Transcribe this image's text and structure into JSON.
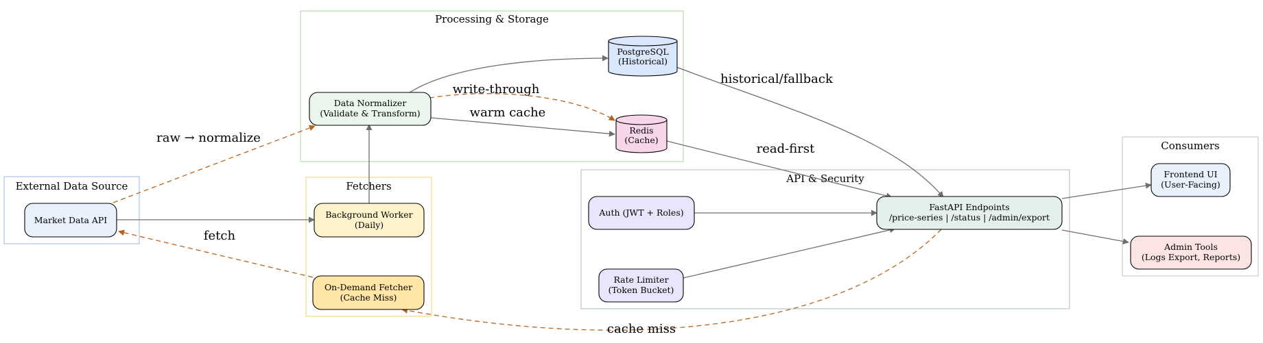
{
  "colors": {
    "solid_edge": "#6e6e6e",
    "dashed_edge": "#b5651d",
    "cluster_external": "#a9c2ec",
    "cluster_processing": "#b6dbb0",
    "cluster_fetchers": "#f4d98a",
    "cluster_api": "#b7c9c7",
    "cluster_consumers": "#c9ccd9"
  },
  "clusters": {
    "external": {
      "label": "External Data Source"
    },
    "processing": {
      "label": "Processing & Storage"
    },
    "fetchers": {
      "label": "Fetchers"
    },
    "api": {
      "label": "API & Security"
    },
    "consumers": {
      "label": "Consumers"
    }
  },
  "nodes": {
    "market_api": {
      "lines": [
        "Market Data API"
      ],
      "fill": "#e9f1fd"
    },
    "normalizer": {
      "lines": [
        "Data Normalizer",
        "(Validate & Transform)"
      ],
      "fill": "#eaf6ee"
    },
    "postgres": {
      "lines": [
        "PostgreSQL",
        "(Historical)"
      ],
      "fill": "#d9e7fb"
    },
    "redis": {
      "lines": [
        "Redis",
        "(Cache)"
      ],
      "fill": "#f7d6ea"
    },
    "bg_worker": {
      "lines": [
        "Background Worker",
        "(Daily)"
      ],
      "fill": "#fff3cc"
    },
    "ondemand": {
      "lines": [
        "On-Demand Fetcher",
        "(Cache Miss)"
      ],
      "fill": "#ffe5a6"
    },
    "auth": {
      "lines": [
        "Auth (JWT + Roles)"
      ],
      "fill": "#e8e6fa"
    },
    "rate_limiter": {
      "lines": [
        "Rate Limiter",
        "(Token Bucket)"
      ],
      "fill": "#e8e6fa"
    },
    "fastapi": {
      "lines": [
        "FastAPI Endpoints",
        "/price-series | /status | /admin/export"
      ],
      "fill": "#e4f0ee"
    },
    "frontend": {
      "lines": [
        "Frontend UI",
        "(User-Facing)"
      ],
      "fill": "#e9f1fd"
    },
    "admin": {
      "lines": [
        "Admin Tools",
        "(Logs Export, Reports)"
      ],
      "fill": "#fde4e4"
    }
  },
  "edges": [
    {
      "from": "market_api",
      "to": "normalizer",
      "style": "dashed",
      "label": "raw → normalize"
    },
    {
      "from": "market_api",
      "to": "bg_worker",
      "style": "solid",
      "label": ""
    },
    {
      "from": "ondemand",
      "to": "market_api",
      "style": "dashed",
      "label": "fetch"
    },
    {
      "from": "bg_worker",
      "to": "normalizer",
      "style": "solid",
      "label": ""
    },
    {
      "from": "normalizer",
      "to": "postgres",
      "style": "solid",
      "label": ""
    },
    {
      "from": "normalizer",
      "to": "redis",
      "style": "dashed",
      "label": "write-through"
    },
    {
      "from": "normalizer",
      "to": "redis",
      "style": "solid",
      "label": "warm cache"
    },
    {
      "from": "postgres",
      "to": "fastapi",
      "style": "solid",
      "label": "historical/fallback"
    },
    {
      "from": "redis",
      "to": "fastapi",
      "style": "solid",
      "label": "read-first"
    },
    {
      "from": "auth",
      "to": "fastapi",
      "style": "solid",
      "label": ""
    },
    {
      "from": "rate_limiter",
      "to": "fastapi",
      "style": "solid",
      "label": ""
    },
    {
      "from": "fastapi",
      "to": "frontend",
      "style": "solid",
      "label": ""
    },
    {
      "from": "fastapi",
      "to": "admin",
      "style": "solid",
      "label": ""
    },
    {
      "from": "fastapi",
      "to": "ondemand",
      "style": "dashed",
      "label": "cache miss"
    }
  ]
}
